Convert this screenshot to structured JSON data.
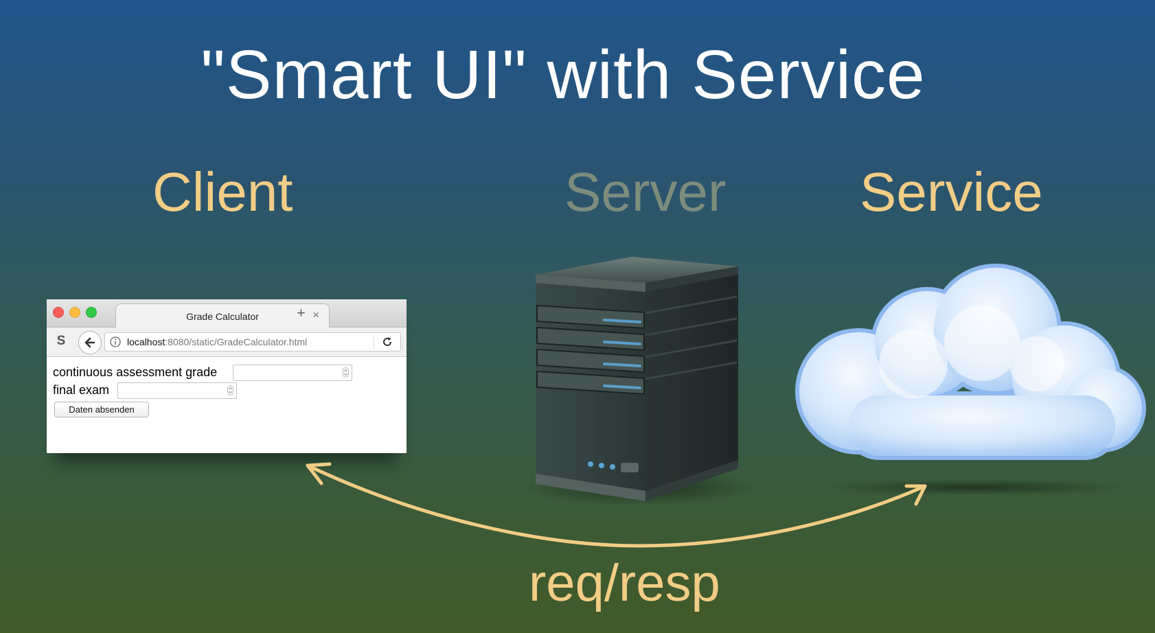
{
  "title": "\"Smart UI\" with Service",
  "columns": {
    "client": "Client",
    "server": "Server",
    "service": "Service"
  },
  "browser": {
    "tab_title": "Grade Calculator",
    "tab_close": "×",
    "new_tab": "+",
    "s_icon": "S",
    "url_host": "localhost",
    "url_rest": ":8080/static/GradeCalculator.html",
    "fields": {
      "continuous_label": "continuous assessment grade",
      "final_label": "final exam"
    },
    "submit_label": "Daten absenden"
  },
  "arrow_label": "req/resp",
  "colors": {
    "accent": "#f2cd86",
    "server_label": "#7d8c7d",
    "title": "#ffffff"
  }
}
